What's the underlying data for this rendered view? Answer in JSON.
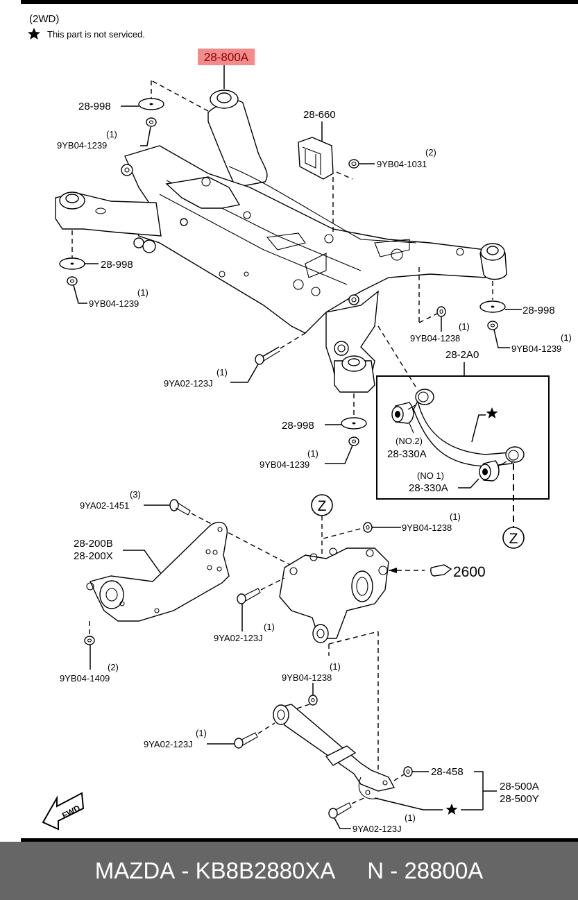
{
  "header": {
    "variant": "(2WD)",
    "legend_note": "This part is not serviced.",
    "legend_icon": "star-icon"
  },
  "highlight": {
    "part": "28-800A",
    "color": "#f28b8b",
    "text_color": "#8b0000"
  },
  "callouts": {
    "crossmember": "28-800A",
    "washer_tl": "28-998",
    "nut_tl_qty": "(1)",
    "nut_tl": "9YB04-1239",
    "bracket_660": "28-660",
    "nut_1031_qty": "(2)",
    "nut_1031": "9YB04-1031",
    "washer_ml": "28-998",
    "nut_ml_qty": "(1)",
    "nut_ml": "9YB04-1239",
    "washer_r": "28-998",
    "nut_1238_r_qty": "(1)",
    "nut_1238_r": "9YB04-1238",
    "nut_r_qty": "(1)",
    "nut_r": "9YB04-1239",
    "bolt_123j_a_qty": "(1)",
    "bolt_123j_a": "9YA02-123J",
    "washer_c": "28-998",
    "nut_c_qty": "(1)",
    "nut_c": "9YB04-1239",
    "upper_arm": "28-2A0",
    "bushing_no2_label": "(NO.2)",
    "bushing_no2": "28-330A",
    "bushing_no1_label": "(NO 1)",
    "bushing_no1": "28-330A",
    "ref_z": "Z",
    "bolt_1451_qty": "(3)",
    "bolt_1451": "9YA02-1451",
    "trailing_arm_1": "28-200B",
    "trailing_arm_2": "28-200X",
    "nut_1238_k_qty": "(1)",
    "nut_1238_k": "9YB04-1238",
    "ref_page": "2600",
    "bolt_123j_b_qty": "(1)",
    "bolt_123j_b": "9YA02-123J",
    "nut_1409_qty": "(2)",
    "nut_1409": "9YB04-1409",
    "nut_1238_l_qty": "(1)",
    "nut_1238_l": "9YB04-1238",
    "bolt_123j_c_qty": "(1)",
    "bolt_123j_c": "9YA02-123J",
    "washer_458": "28-458",
    "lower_arm_1": "28-500A",
    "lower_arm_2": "28-500Y",
    "bolt_123j_d_qty": "(1)",
    "bolt_123j_d": "9YA02-123J",
    "fwd": "FWD"
  },
  "footer": {
    "brand": "MAZDA",
    "separator": " - ",
    "oem_number": "KB8B2880XA",
    "gap": "     ",
    "code_prefix": "N",
    "code": "28800A",
    "background": "#666666"
  }
}
